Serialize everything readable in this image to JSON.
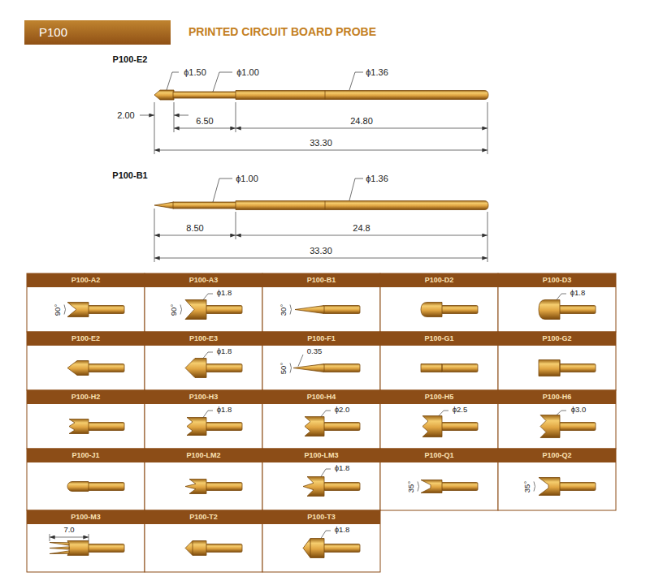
{
  "diagram": {
    "title": "PRINTED CIRCUIT BOARD PROBE",
    "nodes": [
      {
        "text": [
          "P100"
        ]
      },
      {
        "text": [
          "P100-A2"
        ]
      },
      {
        "text": [
          "P100-A3"
        ]
      },
      {
        "text": [
          "P100-B1"
        ]
      },
      {
        "text": [
          "P100-D2"
        ]
      },
      {
        "text": [
          "P100-D3"
        ]
      },
      {
        "text": [
          "P100-E2"
        ]
      },
      {
        "text": [
          "P100-E3"
        ]
      },
      {
        "text": [
          "P100-F1"
        ]
      },
      {
        "text": [
          "P100-G1"
        ]
      },
      {
        "text": [
          "P100-G2"
        ]
      },
      {
        "text": [
          "P100-H2"
        ]
      },
      {
        "text": [
          "P100-H3"
        ]
      },
      {
        "text": [
          "P100-H4"
        ]
      },
      {
        "text": [
          "P100-H5"
        ]
      },
      {
        "text": [
          "P100-H6"
        ]
      },
      {
        "text": [
          "P100-J1"
        ]
      },
      {
        "text": [
          "P100-LM2"
        ]
      },
      {
        "text": [
          "P100-LM3"
        ]
      },
      {
        "text": [
          "P100-Q1"
        ]
      },
      {
        "text": [
          "P100-Q2"
        ]
      },
      {
        "text": [
          "P100-M3"
        ]
      },
      {
        "text": [
          "P100-T2"
        ]
      },
      {
        "text": [
          "P100-T3"
        ]
      }
    ],
    "labels": [
      "P100-E2",
      "ϕ1.50",
      "ϕ1.00",
      "ϕ1.36",
      "2.00",
      "6.50",
      "24.80",
      "33.30",
      "P100-B1",
      "ϕ1.00",
      "ϕ1.36",
      "8.50",
      "24.8",
      "33.30",
      "90°",
      "ϕ1.8",
      "90°",
      "30°",
      "ϕ1.8",
      "ϕ1.8",
      "0.35",
      "50°",
      "ϕ1.8",
      "ϕ2.0",
      "ϕ2.5",
      "ϕ3.0",
      "ϕ1.8",
      "35°",
      "35°",
      "7.0",
      "ϕ1.8"
    ]
  }
}
